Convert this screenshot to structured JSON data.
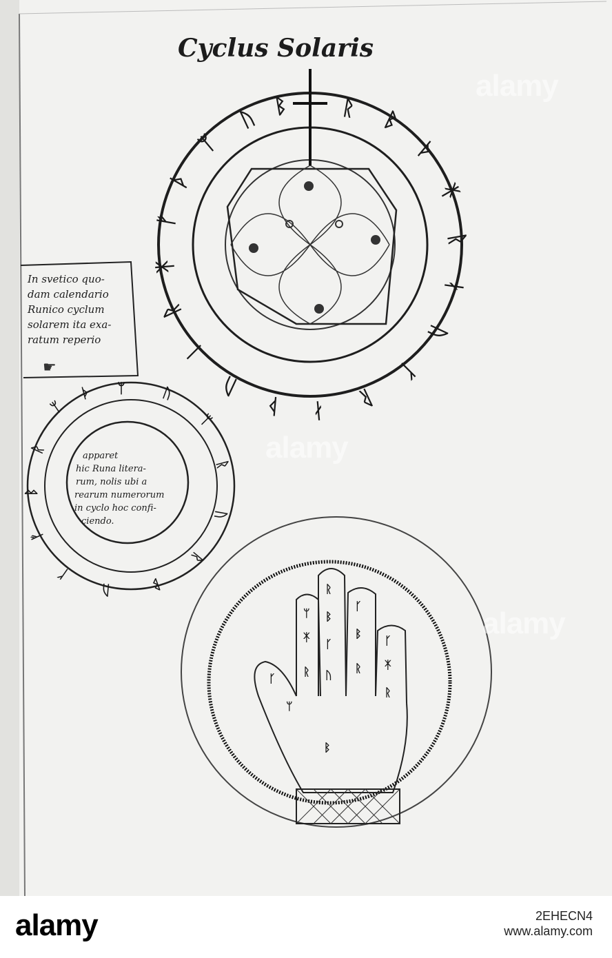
{
  "document": {
    "title": "Cyclus Solaris",
    "note_box_lines": [
      "In svetico quo-",
      "dam calendario",
      "Runico cyclum",
      "solarem ita exa-",
      "ratum reperio"
    ],
    "inner_note_lines": [
      "apparet",
      "hic Runa litera-",
      "rum, nolis ubi a",
      "rearum numerorum",
      "in cyclo hoc confi-",
      "ciendo."
    ]
  },
  "watermarks": {
    "text": "alamy"
  },
  "footer": {
    "logo": "alamy",
    "image_id": "2EHECN4",
    "url": "www.alamy.com"
  }
}
